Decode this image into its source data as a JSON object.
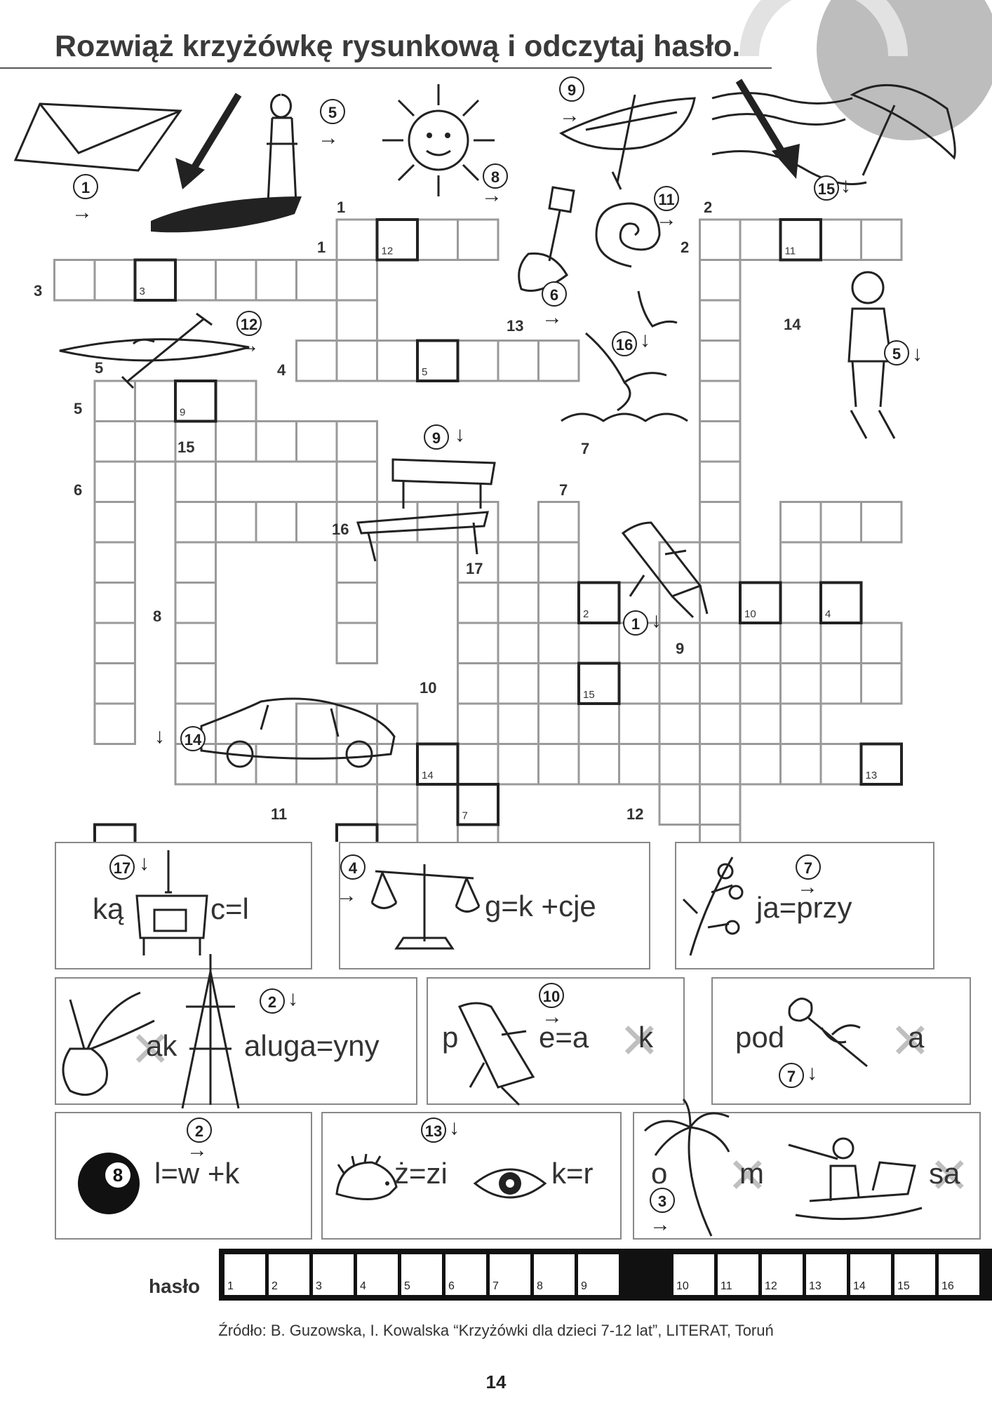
{
  "title": "Rozwiąż krzyżówkę rysunkową i odczytaj hasło.",
  "clue_numbers": {
    "n1": "1",
    "n1b": "1",
    "n2": "2",
    "n2b": "2",
    "n3": "3",
    "n4": "4",
    "n5": "5",
    "n5b": "5",
    "n6": "6",
    "n7": "7",
    "n7b": "7",
    "n8": "8",
    "n9": "9",
    "n10": "10",
    "n11": "11",
    "n12": "12",
    "n13": "13",
    "n14": "14",
    "n15": "15",
    "n16": "16",
    "n17": "17"
  },
  "badges": {
    "b1": "1",
    "b5": "5",
    "b8": "8",
    "b9": "9",
    "b11": "11",
    "b15": "15",
    "b6": "6",
    "b12": "12",
    "b16": "16",
    "b5b": "5",
    "b9b": "9",
    "b1b": "1",
    "b14": "14"
  },
  "puzzles": [
    {
      "badge": "17",
      "text_left": "ką",
      "text_right": "c=l"
    },
    {
      "badge": "4",
      "text_right": "g=k +cje"
    },
    {
      "badge": "7",
      "text_right": "ja=przy"
    },
    {
      "badge": "2",
      "text_left": "ak",
      "text_right": "aluga=yny"
    },
    {
      "badge": "10",
      "text_left": "p",
      "text_mid": "e=a",
      "text_right": "k"
    },
    {
      "badge": "7",
      "text_left": "pod",
      "text_right": "a"
    },
    {
      "badge": "2",
      "text_right": "l=w +k"
    },
    {
      "badge": "13",
      "text_mid": "ż=zi",
      "text_right": "k=r"
    },
    {
      "badge": "3",
      "text_left": "o",
      "text_mid": "m",
      "text_right": "sa"
    }
  ],
  "haslo": {
    "label": "hasło",
    "cells_a": [
      "1",
      "2",
      "3",
      "4",
      "5",
      "6",
      "7",
      "8",
      "9"
    ],
    "cells_b": [
      "10",
      "11",
      "12",
      "13",
      "14",
      "15",
      "16"
    ]
  },
  "source": "Źródło: B. Guzowska, I. Kowalska “Krzyżówki dla dzieci 7-12 lat”, LITERAT, Toruń",
  "page_number": "14"
}
